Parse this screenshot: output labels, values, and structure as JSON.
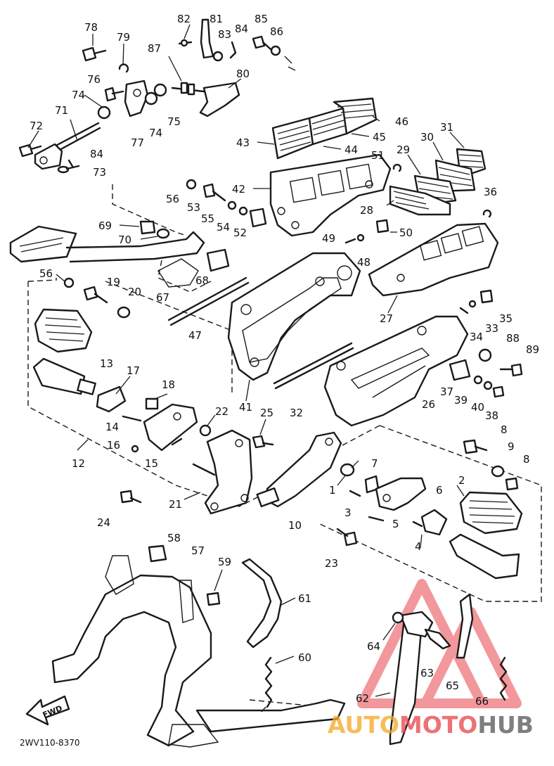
{
  "diagram_code": "2WV110-8370",
  "forward_label": "FWD",
  "watermark": {
    "text_part1": "AUTO",
    "text_part2": "MOTO",
    "text_part3": "HUB",
    "color_primary": "#e8434a",
    "color_secondary": "#f5a623",
    "color_tertiary": "#555555"
  },
  "callouts": [
    {
      "id": "c78",
      "label": "78"
    },
    {
      "id": "c79",
      "label": "79"
    },
    {
      "id": "c82",
      "label": "82"
    },
    {
      "id": "c81",
      "label": "81"
    },
    {
      "id": "c83",
      "label": "83"
    },
    {
      "id": "c84a",
      "label": "84"
    },
    {
      "id": "c85",
      "label": "85"
    },
    {
      "id": "c86",
      "label": "86"
    },
    {
      "id": "c87",
      "label": "87"
    },
    {
      "id": "c80",
      "label": "80"
    },
    {
      "id": "c76",
      "label": "76"
    },
    {
      "id": "c74a",
      "label": "74"
    },
    {
      "id": "c71",
      "label": "71"
    },
    {
      "id": "c77",
      "label": "77"
    },
    {
      "id": "c74b",
      "label": "74"
    },
    {
      "id": "c75",
      "label": "75"
    },
    {
      "id": "c72",
      "label": "72"
    },
    {
      "id": "c84b",
      "label": "84"
    },
    {
      "id": "c73",
      "label": "73"
    },
    {
      "id": "c46",
      "label": "46"
    },
    {
      "id": "c45",
      "label": "45"
    },
    {
      "id": "c43",
      "label": "43"
    },
    {
      "id": "c44",
      "label": "44"
    },
    {
      "id": "c31",
      "label": "31"
    },
    {
      "id": "c30",
      "label": "30"
    },
    {
      "id": "c29",
      "label": "29"
    },
    {
      "id": "c51",
      "label": "51"
    },
    {
      "id": "c42",
      "label": "42"
    },
    {
      "id": "c56a",
      "label": "56"
    },
    {
      "id": "c36",
      "label": "36"
    },
    {
      "id": "c53",
      "label": "53"
    },
    {
      "id": "c28",
      "label": "28"
    },
    {
      "id": "c55",
      "label": "55"
    },
    {
      "id": "c54",
      "label": "54"
    },
    {
      "id": "c52",
      "label": "52"
    },
    {
      "id": "c69",
      "label": "69"
    },
    {
      "id": "c50",
      "label": "50"
    },
    {
      "id": "c70",
      "label": "70"
    },
    {
      "id": "c49",
      "label": "49"
    },
    {
      "id": "c48",
      "label": "48"
    },
    {
      "id": "c56b",
      "label": "56"
    },
    {
      "id": "c19",
      "label": "19"
    },
    {
      "id": "c68",
      "label": "68"
    },
    {
      "id": "c20",
      "label": "20"
    },
    {
      "id": "c67",
      "label": "67"
    },
    {
      "id": "c27",
      "label": "27"
    },
    {
      "id": "c35",
      "label": "35"
    },
    {
      "id": "c33",
      "label": "33"
    },
    {
      "id": "c47",
      "label": "47"
    },
    {
      "id": "c34",
      "label": "34"
    },
    {
      "id": "c88",
      "label": "88"
    },
    {
      "id": "c89",
      "label": "89"
    },
    {
      "id": "c13",
      "label": "13"
    },
    {
      "id": "c17",
      "label": "17"
    },
    {
      "id": "c18",
      "label": "18"
    },
    {
      "id": "c41",
      "label": "41"
    },
    {
      "id": "c32",
      "label": "32"
    },
    {
      "id": "c26",
      "label": "26"
    },
    {
      "id": "c37",
      "label": "37"
    },
    {
      "id": "c39",
      "label": "39"
    },
    {
      "id": "c40",
      "label": "40"
    },
    {
      "id": "c38",
      "label": "38"
    },
    {
      "id": "c22",
      "label": "22"
    },
    {
      "id": "c25",
      "label": "25"
    },
    {
      "id": "c14",
      "label": "14"
    },
    {
      "id": "c16",
      "label": "16"
    },
    {
      "id": "c15",
      "label": "15"
    },
    {
      "id": "c12",
      "label": "12"
    },
    {
      "id": "c8a",
      "label": "8"
    },
    {
      "id": "c9",
      "label": "9"
    },
    {
      "id": "c8b",
      "label": "8"
    },
    {
      "id": "c7",
      "label": "7"
    },
    {
      "id": "c2",
      "label": "2"
    },
    {
      "id": "c1",
      "label": "1"
    },
    {
      "id": "c6",
      "label": "6"
    },
    {
      "id": "c21",
      "label": "21"
    },
    {
      "id": "c3",
      "label": "3"
    },
    {
      "id": "c10",
      "label": "10"
    },
    {
      "id": "c5",
      "label": "5"
    },
    {
      "id": "c24",
      "label": "24"
    },
    {
      "id": "c4",
      "label": "4"
    },
    {
      "id": "c23",
      "label": "23"
    },
    {
      "id": "c58",
      "label": "58"
    },
    {
      "id": "c57",
      "label": "57"
    },
    {
      "id": "c59",
      "label": "59"
    },
    {
      "id": "c61",
      "label": "61"
    },
    {
      "id": "c64",
      "label": "64"
    },
    {
      "id": "c60",
      "label": "60"
    },
    {
      "id": "c63",
      "label": "63"
    },
    {
      "id": "c65",
      "label": "65"
    },
    {
      "id": "c62",
      "label": "62"
    },
    {
      "id": "c66",
      "label": "66"
    }
  ]
}
